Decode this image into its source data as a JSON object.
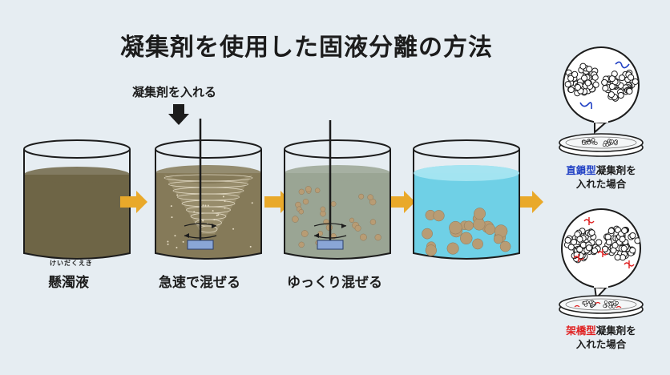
{
  "title": "凝集剤を使用した固液分離の方法",
  "add_label": "凝集剤を入れる",
  "steps": [
    {
      "ruby": "けいだくえき",
      "caption": "懸濁液"
    },
    {
      "caption": "急速で混ぜる"
    },
    {
      "caption": "ゆっくり混ぜる"
    }
  ],
  "results": [
    {
      "highlight": "直鎖型",
      "rest": "凝集剤を",
      "line2": "入れた場合"
    },
    {
      "highlight": "架橋型",
      "rest": "凝集剤を",
      "line2": "入れた場合"
    }
  ],
  "colors": {
    "background": "#e6edf2",
    "arrow": "#e9a92a",
    "turbid_liquid": "#6e6546",
    "mixing_liquid": "#857a59",
    "slow_liquid": "#9aa594",
    "clear_liquid": "#6fd0e6",
    "floc": "#b89c74",
    "paddle": "#8aa6d6",
    "linear_polymer": "#1f3fc4",
    "crosslink_polymer": "#e02020"
  },
  "icons": [
    "down-arrow-icon",
    "right-arrow-icon",
    "rotation-arrow-icon",
    "magnifier-bubble-icon",
    "petri-dish-icon"
  ]
}
